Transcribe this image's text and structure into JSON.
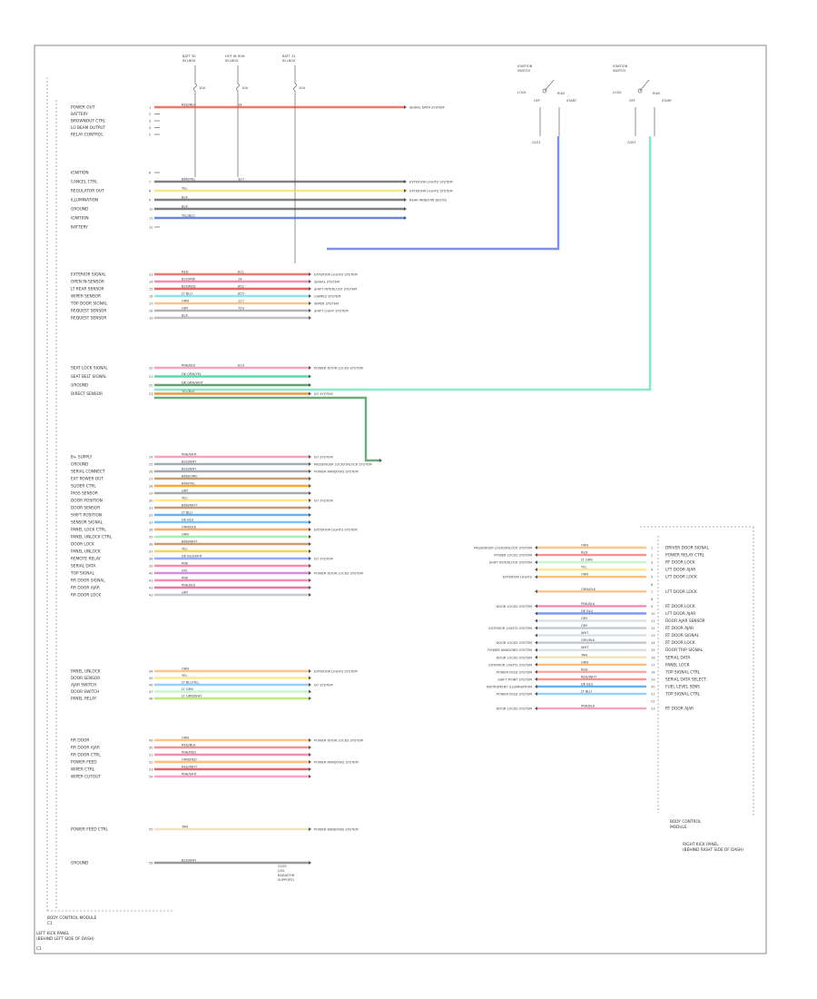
{
  "footer": {
    "module_name": "BODY CONTROL MODULE",
    "caption_lines": [
      "LEFT KICK PANEL",
      "(BEHIND LEFT SIDE OF DASH)"
    ],
    "label": "C1"
  },
  "rbox": {
    "name_lines": [
      "BODY CONTROL",
      "MODULE"
    ],
    "caption_lines": [
      "RIGHT KICK PANEL",
      "(BEHIND RIGHT SIDE OF DASH)"
    ]
  },
  "fuses": [
    {
      "title": [
        "BATT 30",
        "IN J-BOX"
      ],
      "value": "10A"
    },
    {
      "title": [
        "HOT IN RUN",
        "IN J-BOX"
      ],
      "value": "10A"
    },
    {
      "title": [
        "BATT 31",
        "IN J-BOX"
      ],
      "value": "10A"
    }
  ],
  "switches": [
    {
      "title": [
        "IGNITION",
        "SWITCH"
      ],
      "pos": [
        "LOCK",
        "OFF",
        "RUN",
        "START"
      ],
      "ground": "G201"
    },
    {
      "title": [
        "IGNITION",
        "SWITCH"
      ],
      "pos": [
        "LOCK",
        "OFF",
        "RUN",
        "START"
      ],
      "ground": "G301"
    }
  ],
  "top_block": [
    {
      "name": "POWER OUT",
      "pin": "1",
      "color": "#e74c3c",
      "code": "RED/BLK",
      "circuit": "14",
      "dest": "SERIAL DATA SYSTEM"
    },
    {
      "name": "BATTERY",
      "pin": "2",
      "color": "",
      "code": "",
      "circuit": "",
      "dest": ""
    },
    {
      "name": "BROWNOUT CTRL",
      "pin": "3",
      "color": "",
      "code": "",
      "circuit": "",
      "dest": ""
    },
    {
      "name": "LO BEAM OUTPUT",
      "pin": "4",
      "color": "",
      "code": "",
      "circuit": "",
      "dest": ""
    },
    {
      "name": "RELAY CONTROL",
      "pin": "5",
      "color": "",
      "code": "",
      "circuit": "",
      "dest": ""
    }
  ],
  "block2": [
    {
      "name": "IGNITION",
      "pin": "6",
      "color": "",
      "code": "",
      "circuit": "",
      "dest": ""
    },
    {
      "name": "CANCEL CTRL",
      "pin": "7",
      "color": "#555555",
      "code": "BRN/YEL",
      "circuit": "327",
      "dest": "EXTERIOR LIGHTS SYSTEM"
    },
    {
      "name": "REGULATOR OUT",
      "pin": "8",
      "color": "#f1e05a",
      "code": "YEL",
      "circuit": "",
      "dest": "EXTERIOR LIGHTS SYSTEM"
    },
    {
      "name": "ILLUMINATION",
      "pin": "9",
      "color": "#555555",
      "code": "BLK",
      "circuit": "",
      "dest": "REAR WINDOW DEFOG"
    },
    {
      "name": "GROUND",
      "pin": "10",
      "color": "#555555",
      "code": "BLK",
      "circuit": "",
      "dest": ""
    },
    {
      "name": "IGNITION",
      "pin": "11",
      "color": "#3b5bdb",
      "code": "YEL/BLU",
      "circuit": "",
      "dest": ""
    },
    {
      "name": "BATTERY",
      "pin": "12",
      "color": "",
      "code": "",
      "circuit": "",
      "dest": ""
    }
  ],
  "block3": [
    {
      "name": "EXTERIOR SIGNAL",
      "pin": "13",
      "color": "#e74c3c",
      "code": "RED",
      "circuit": "811",
      "dest": "EXTERIOR LIGHTS SYSTEM"
    },
    {
      "name": "OPEN IN SENSOR",
      "pin": "14",
      "color": "#f06595",
      "code": "BLK/PNK",
      "circuit": "14",
      "dest": "SERIAL SYSTEM"
    },
    {
      "name": "LT REAR SENSOR",
      "pin": "15",
      "color": "#e03131",
      "code": "BLK/RED",
      "circuit": "852",
      "dest": "SHIFT INTERLOCK SYSTEM"
    },
    {
      "name": "WIPER SENSOR",
      "pin": "16",
      "color": "#66d9e8",
      "code": "LT BLU",
      "circuit": "855",
      "dest": "CHIMES SYSTEM"
    },
    {
      "name": "TOP DOOR SIGNAL",
      "pin": "17",
      "color": "#f7b267",
      "code": "ORN",
      "circuit": "127",
      "dest": "WIPER SYSTEM"
    },
    {
      "name": "REQUEST SENSOR",
      "pin": "18",
      "color": "#999999",
      "code": "GRY",
      "circuit": "750",
      "dest": "SHIFT LIGHT SYSTEM"
    },
    {
      "name": "REQUEST SENSOR",
      "pin": "19",
      "color": "#aaaaaa",
      "code": "BLK",
      "circuit": "",
      "dest": ""
    }
  ],
  "block4": [
    {
      "name": "SEAT LOCK SIGNAL",
      "pin": "20",
      "color": "#f783ac",
      "code": "PNK/BLK",
      "circuit": "819",
      "dest": "POWER DOOR LOCKS SYSTEM"
    },
    {
      "name": "SEAT BELT SIGNAL",
      "pin": "21",
      "color": "#20c997",
      "code": "DK GRN/YEL",
      "circuit": "",
      "dest": ""
    },
    {
      "name": "GROUND",
      "pin": "22",
      "color": "#2b8a3e",
      "code": "DK GRN/WHT",
      "circuit": "",
      "dest": ""
    },
    {
      "name": "DIRECT SENSOR",
      "pin": "23",
      "color": "#e67700",
      "code": "YEL/BLK",
      "circuit": "",
      "dest": "I/O SYSTEM"
    }
  ],
  "block5": [
    {
      "name": "B+ SUPPLY",
      "pin": "24",
      "color": "#f783ac",
      "code": "PNK/WHT",
      "circuit": "",
      "dest": "I/O SYSTEM"
    },
    {
      "name": "GROUND",
      "pin": "25",
      "color": "#868e96",
      "code": "BLK/WHT",
      "circuit": "",
      "dest": "PASSENGER LOCK/UNLOCK SYSTEM"
    },
    {
      "name": "SERIAL CONNECT",
      "pin": "26",
      "color": "#868e96",
      "code": "BLK/WHT",
      "circuit": "",
      "dest": "POWER WINDOWS SYSTEM"
    },
    {
      "name": "EXT POWER OUT",
      "pin": "27",
      "color": "#b07d48",
      "code": "BRN/ORN",
      "circuit": "",
      "dest": ""
    },
    {
      "name": "SLIDER CTRL",
      "pin": "28",
      "color": "#f08c00",
      "code": "BRN/YEL",
      "circuit": "",
      "dest": ""
    },
    {
      "name": "PASS SENSOR",
      "pin": "29",
      "color": "#868e96",
      "code": "GRY",
      "circuit": "",
      "dest": ""
    },
    {
      "name": "DOOR POSITION",
      "pin": "30",
      "color": "#ffe066",
      "code": "YEL",
      "circuit": "",
      "dest": "I/O SYSTEM"
    },
    {
      "name": "DOOR SENSOR",
      "pin": "31",
      "color": "#b07d48",
      "code": "BRN/WHT",
      "circuit": "",
      "dest": ""
    },
    {
      "name": "SHIFT POSITION",
      "pin": "32",
      "color": "#339af0",
      "code": "LT BLU",
      "circuit": "",
      "dest": ""
    },
    {
      "name": "SENSOR SIGNAL",
      "pin": "33",
      "color": "#4dabf7",
      "code": "DK BLU",
      "circuit": "",
      "dest": ""
    },
    {
      "name": "PANEL LOCK CTRL",
      "pin": "34",
      "color": "#ff922b",
      "code": "ORN/BLK",
      "circuit": "",
      "dest": "EXTERIOR LIGHTS SYSTEM"
    },
    {
      "name": "PANEL UNLOCK CTRL",
      "pin": "35",
      "color": "#8ce99a",
      "code": "GRN",
      "circuit": "",
      "dest": ""
    },
    {
      "name": "DOOR LOCK",
      "pin": "36",
      "color": "#b07d48",
      "code": "BRN/WHT",
      "circuit": "",
      "dest": ""
    },
    {
      "name": "PANEL UNLOCK",
      "pin": "37",
      "color": "#fcc419",
      "code": "YEL",
      "circuit": "",
      "dest": ""
    },
    {
      "name": "REMOTE RELAY",
      "pin": "38",
      "color": "#748ffc",
      "code": "DK BLU/WHT",
      "circuit": "",
      "dest": "I/O SYSTEM"
    },
    {
      "name": "SERIAL DATA",
      "pin": "39",
      "color": "#f06595",
      "code": "PNK",
      "circuit": "",
      "dest": ""
    },
    {
      "name": "TOP SIGNAL",
      "pin": "40",
      "color": "#cc5de8",
      "code": "VIO",
      "circuit": "",
      "dest": "POWER DOOR LOCKS SYSTEM"
    },
    {
      "name": "RR DOOR SIGNAL",
      "pin": "41",
      "color": "#f06595",
      "code": "PNK",
      "circuit": "",
      "dest": ""
    },
    {
      "name": "RR DOOR AJAR",
      "pin": "42",
      "color": "#e64980",
      "code": "PNK/BLK",
      "circuit": "",
      "dest": ""
    },
    {
      "name": "RR DOOR LOCK",
      "pin": "43",
      "color": "#adb5bd",
      "code": "GRY",
      "circuit": "",
      "dest": ""
    }
  ],
  "block6": [
    {
      "name": "PANEL UNLOCK",
      "pin": "44",
      "color": "#f7b267",
      "code": "ORN",
      "circuit": "",
      "dest": "EXTERIOR LIGHTS SYSTEM"
    },
    {
      "name": "DOOR SENSOR",
      "pin": "45",
      "color": "#ffe066",
      "code": "YEL",
      "circuit": "",
      "dest": ""
    },
    {
      "name": "AJAR SWITCH",
      "pin": "46",
      "color": "#74c0fc",
      "code": "LT BLU/YEL",
      "circuit": "",
      "dest": "I/O SYSTEM"
    },
    {
      "name": "DOOR SWITCH",
      "pin": "47",
      "color": "#b2f2bb",
      "code": "LT GRN",
      "circuit": "",
      "dest": ""
    },
    {
      "name": "PANEL RELAY",
      "pin": "48",
      "color": "#a9e34b",
      "code": "LT GRN/WHT",
      "circuit": "",
      "dest": ""
    }
  ],
  "block7": [
    {
      "name": "RR DOOR",
      "pin": "49",
      "color": "#f7b267",
      "code": "ORN",
      "circuit": "",
      "dest": "POWER DOOR LOCKS SYSTEM"
    },
    {
      "name": "RR DOOR AJAR",
      "pin": "50",
      "color": "#ff6b6b",
      "code": "RED/BLK",
      "circuit": "",
      "dest": ""
    },
    {
      "name": "RR DOOR CTRL",
      "pin": "51",
      "color": "#f06595",
      "code": "PNK/RED",
      "circuit": "",
      "dest": ""
    },
    {
      "name": "POWER FEED",
      "pin": "52",
      "color": "#ffa94d",
      "code": "ORN/RED",
      "circuit": "",
      "dest": "POWER WINDOWS SYSTEM"
    },
    {
      "name": "WIPER CTRL",
      "pin": "53",
      "color": "#e03131",
      "code": "RED/WHT",
      "circuit": "",
      "dest": ""
    },
    {
      "name": "WIPER CUTOUT",
      "pin": "54",
      "color": "#f783ac",
      "code": "PNK/WHT",
      "circuit": "",
      "dest": ""
    }
  ],
  "block8": [
    {
      "name": "POWER FEED CTRL",
      "pin": "55",
      "color": "#e9d8a6",
      "code": "TAN",
      "circuit": "",
      "dest": "POWER WINDOWS SYSTEM"
    }
  ],
  "block9": [
    {
      "name": "GROUND",
      "pin": "56",
      "color": "#777777",
      "code": "BLK/WHT",
      "circuit": "",
      "dest": ""
    }
  ],
  "ground_note": [
    "G100",
    "(ON",
    "RADIATOR",
    "SUPPORT)"
  ],
  "right_rows": [
    {
      "dest": "PASSENGER LOCK/UNLOCK SYSTEM",
      "color": "#f7b267",
      "code": "ORN",
      "name": "DRIVER DOOR SIGNAL",
      "pin": "1"
    },
    {
      "dest": "POWER LOCKS SYSTEM",
      "color": "#ff6b6b",
      "code": "RED",
      "name": "POWER RELAY CTRL",
      "pin": "2"
    },
    {
      "dest": "SHIFT INTERLOCK SYSTEM",
      "color": "#b2f2bb",
      "code": "LT GRN",
      "name": "RT DOOR LOCK",
      "pin": "3"
    },
    {
      "dest": "",
      "color": "#ffe066",
      "code": "YEL",
      "name": "LFT DOOR AJAR",
      "pin": "4"
    },
    {
      "dest": "EXTERIOR LIGHTS",
      "color": "#ffa94d",
      "code": "ORN",
      "name": "LFT DOOR LOCK",
      "pin": "5"
    },
    {
      "dest": "",
      "color": "",
      "code": "",
      "name": "",
      "pin": "6"
    },
    {
      "dest": "",
      "color": "#f7b267",
      "code": "ORN/BLK",
      "name": "LFT DOOR LOCK",
      "pin": "7"
    },
    {
      "dest": "",
      "color": "",
      "code": "",
      "name": "",
      "pin": "8"
    },
    {
      "dest": "DOOR LOCKS SYSTEM",
      "color": "#f06595",
      "code": "PNK/BLK",
      "name": "RT DOOR LOCK",
      "pin": "9"
    },
    {
      "dest": "",
      "color": "#4c6ef5",
      "code": "DK BLU",
      "name": "LFT DOOR AJAR",
      "pin": "10"
    },
    {
      "dest": "",
      "color": "#ced4da",
      "code": "GRY",
      "name": "DOOR AJAR SENSOR",
      "pin": "11"
    },
    {
      "dest": "EXTERIOR LIGHTS SYSTEM",
      "color": "#adb5bd",
      "code": "GRY",
      "name": "RT DOOR AJAR",
      "pin": "12"
    },
    {
      "dest": "",
      "color": "#ced4da",
      "code": "WHT",
      "name": "RT DOOR SIGNAL",
      "pin": "13"
    },
    {
      "dest": "DOOR LOCKS SYSTEM",
      "color": "#adb5bd",
      "code": "GRY/BLK",
      "name": "RT DOOR LOCK",
      "pin": "14"
    },
    {
      "dest": "POWER WINDOWS SYSTEM",
      "color": "#ced4da",
      "code": "WHT",
      "name": "DOOR TRIP SIGNAL",
      "pin": "15"
    },
    {
      "dest": "DOOR LOCKS SYSTEM",
      "color": "#e9d8a6",
      "code": "TAN",
      "name": "SERIAL DATA",
      "pin": "16"
    },
    {
      "dest": "EXTERIOR LIGHTS SYSTEM",
      "color": "#ffa94d",
      "code": "ORN",
      "name": "PANEL LOCK",
      "pin": "17"
    },
    {
      "dest": "POWER FEED SYSTEM",
      "color": "#ff8787",
      "code": "RED",
      "name": "TOP SIGNAL CTRL",
      "pin": "18"
    },
    {
      "dest": "SHIFT POINT SYSTEM",
      "color": "#ff6b6b",
      "code": "RED/WHT",
      "name": "SERIAL DATA SELECT",
      "pin": "19"
    },
    {
      "dest": "INSTRUMENT ILLUMINATION",
      "color": "#339af0",
      "code": "DK BLU",
      "name": "FUEL LEVEL SENS",
      "pin": "20"
    },
    {
      "dest": "POWER FEED SYSTEM",
      "color": "#74c0fc",
      "code": "LT BLU",
      "name": "TOP SIGNAL CTRL",
      "pin": "21"
    },
    {
      "dest": "",
      "color": "",
      "code": "",
      "name": "",
      "pin": "22"
    },
    {
      "dest": "DOOR LOCKS SYSTEM",
      "color": "#f783ac",
      "code": "PNK/BLK",
      "name": "RT DOOR AJAR",
      "pin": "23"
    }
  ]
}
